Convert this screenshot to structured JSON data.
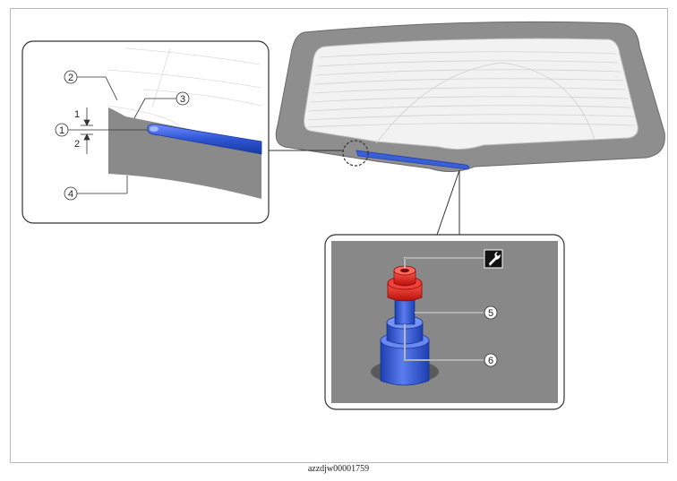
{
  "figure": {
    "caption": "azzdjw00001759",
    "callouts": {
      "c1": "1",
      "c2": "2",
      "c3": "3",
      "c4": "4",
      "c5": "5",
      "c6": "6"
    },
    "dimensions": {
      "upper": "1",
      "lower": "2"
    },
    "torque_icon": "wrench-icon"
  },
  "colors": {
    "glass_frame": "#8f8f8f",
    "detail_panel": "#8a8a8a",
    "nozzle_blue": "#2f55d4",
    "nut_red": "#e0201c"
  }
}
